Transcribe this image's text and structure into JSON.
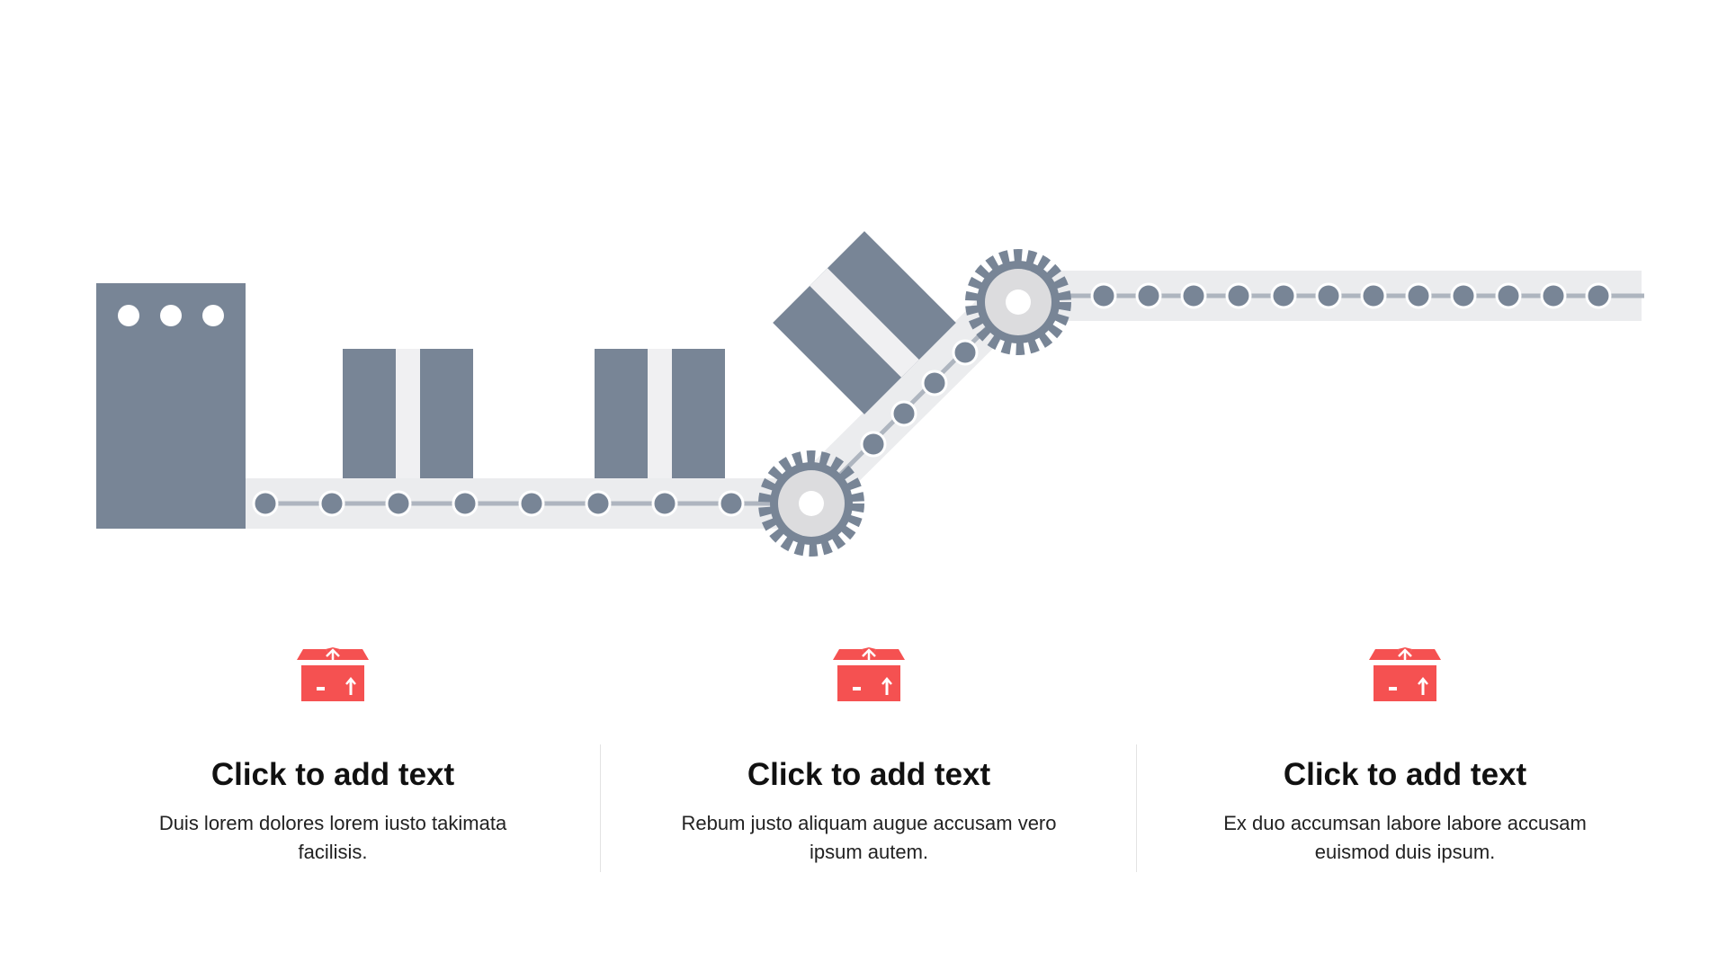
{
  "colors": {
    "machine_gray": "#788596",
    "belt_track": "#ebecee",
    "belt_line": "#aeb5bf",
    "roller_dot": "#788596",
    "gear_hub": "#dcdcde",
    "box_tape": "#f0f0f2",
    "accent_red": "#f55151"
  },
  "columns": [
    {
      "icon": "open-box-icon",
      "heading": "Click to add text",
      "description": "Duis lorem dolores lorem iusto takimata facilisis."
    },
    {
      "icon": "open-box-icon",
      "heading": "Click to add text",
      "description": "Rebum justo aliquam augue accusam vero ipsum autem."
    },
    {
      "icon": "open-box-icon",
      "heading": "Click to add text",
      "description": "Ex duo accumsan labore labore accusam euismod duis ipsum."
    }
  ]
}
